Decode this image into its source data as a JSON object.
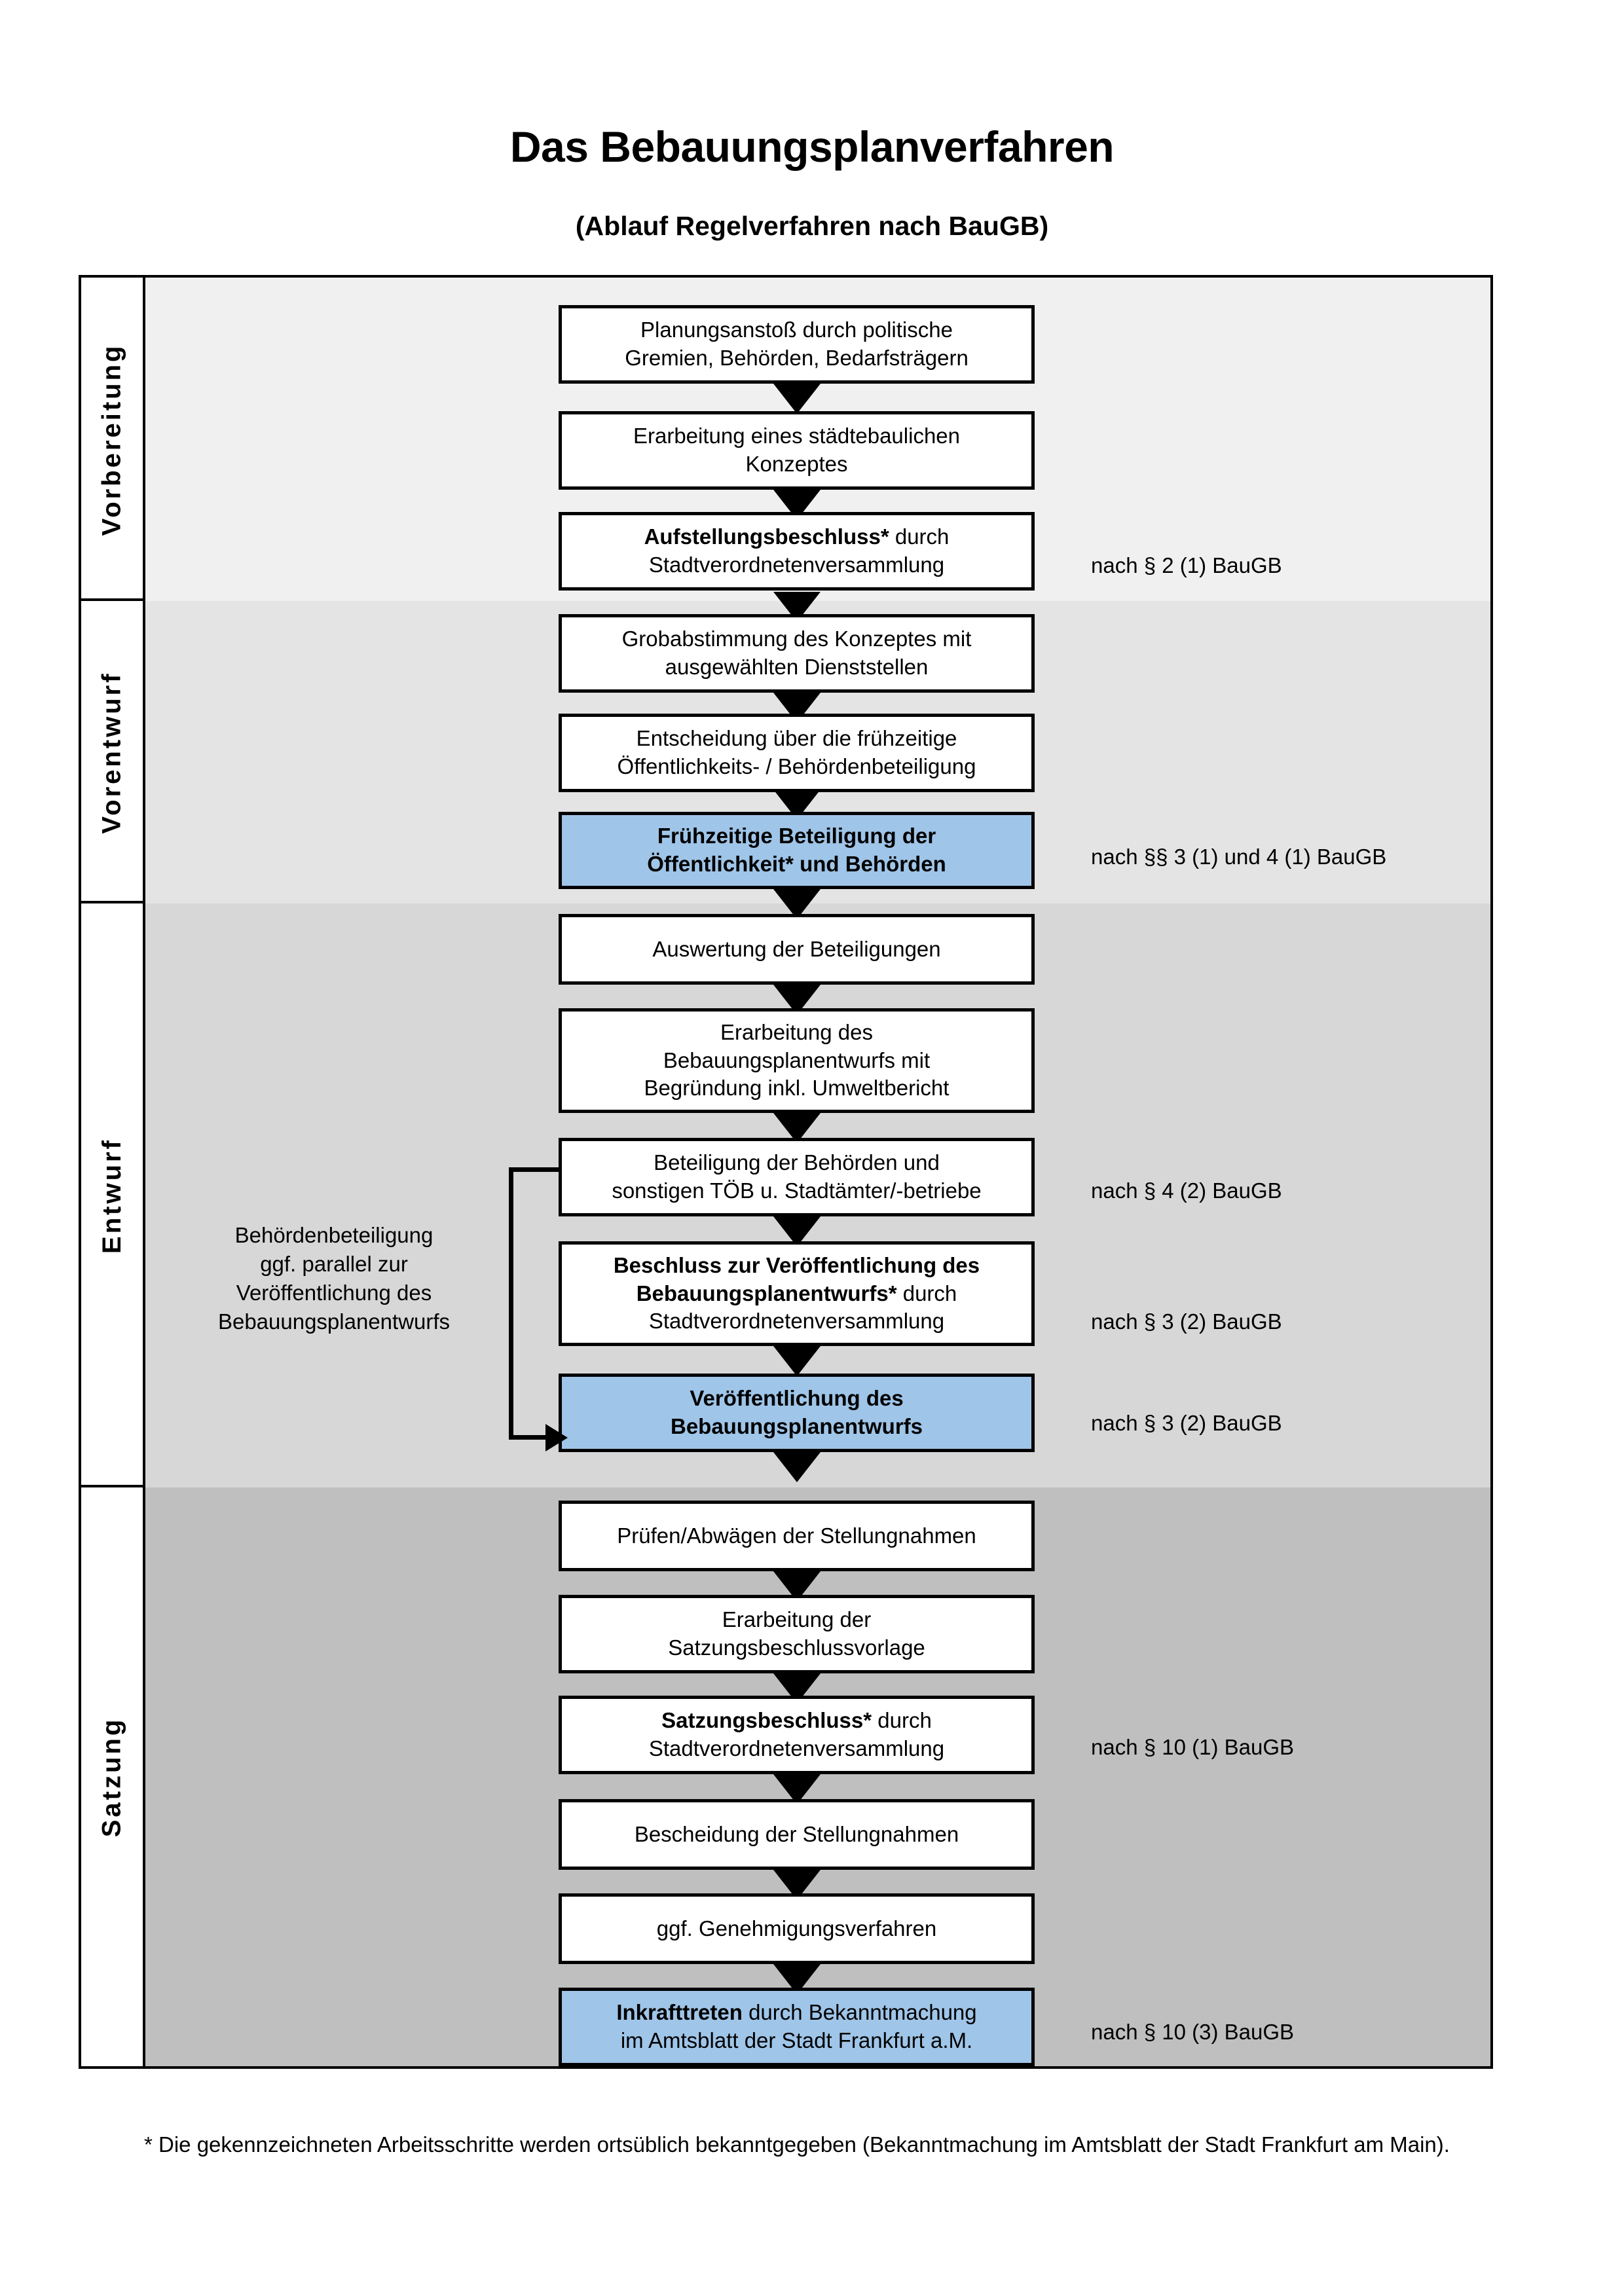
{
  "header": {
    "title": "Das Bebauungsplanverfahren",
    "subtitle": "(Ablauf Regelverfahren nach BauGB)"
  },
  "phases": [
    {
      "id": "vorbereitung",
      "label": "Vorbereitung",
      "band_color": "#F0F0F0"
    },
    {
      "id": "vorentwurf",
      "label": "Vorentwurf",
      "band_color": "#E4E4E4"
    },
    {
      "id": "entwurf",
      "label": "Entwurf",
      "band_color": "#D7D7D7"
    },
    {
      "id": "satzung",
      "label": "Satzung",
      "band_color": "#BFBFBF"
    }
  ],
  "steps": [
    {
      "id": "planungsanstoss",
      "phase": "vorbereitung",
      "highlight": false,
      "lines": [
        {
          "text": "Planungsanstoß durch politische",
          "bold": false
        },
        {
          "text": "Gremien, Behörden, Bedarfsträgern",
          "bold": false
        }
      ]
    },
    {
      "id": "staedtebau-konzept",
      "phase": "vorbereitung",
      "highlight": false,
      "lines": [
        {
          "text": "Erarbeitung eines städtebaulichen",
          "bold": false
        },
        {
          "text": "Konzeptes",
          "bold": false
        }
      ]
    },
    {
      "id": "aufstellungsbeschluss",
      "phase": "vorbereitung",
      "highlight": false,
      "lines": [
        {
          "text": "Aufstellungsbeschluss*",
          "bold": true,
          "suffix": " durch"
        },
        {
          "text": "Stadtverordnetenversammlung",
          "bold": false
        }
      ]
    },
    {
      "id": "grobabstimmung",
      "phase": "vorentwurf",
      "highlight": false,
      "lines": [
        {
          "text": "Grobabstimmung des Konzeptes mit",
          "bold": false
        },
        {
          "text": "ausgewählten Dienststellen",
          "bold": false
        }
      ]
    },
    {
      "id": "entscheidung-fruehzeitig",
      "phase": "vorentwurf",
      "highlight": false,
      "lines": [
        {
          "text": "Entscheidung über die frühzeitige",
          "bold": false
        },
        {
          "text": "Öffentlichkeits- / Behördenbeteiligung",
          "bold": false
        }
      ]
    },
    {
      "id": "fruehzeitige-beteiligung",
      "phase": "vorentwurf",
      "highlight": true,
      "lines": [
        {
          "text": "Frühzeitige Beteiligung der",
          "bold": true
        },
        {
          "text": "Öffentlichkeit* und Behörden",
          "bold": true
        }
      ]
    },
    {
      "id": "auswertung",
      "phase": "entwurf",
      "highlight": false,
      "lines": [
        {
          "text": "Auswertung der Beteiligungen",
          "bold": false
        }
      ]
    },
    {
      "id": "erarbeitung-entwurf",
      "phase": "entwurf",
      "highlight": false,
      "lines": [
        {
          "text": "Erarbeitung des",
          "bold": false
        },
        {
          "text": "Bebauungsplanentwurfs mit",
          "bold": false
        },
        {
          "text": "Begründung inkl. Umweltbericht",
          "bold": false
        }
      ]
    },
    {
      "id": "beteiligung-behoerden",
      "phase": "entwurf",
      "highlight": false,
      "lines": [
        {
          "text": "Beteiligung der Behörden und",
          "bold": false
        },
        {
          "text": "sonstigen TÖB u. Stadtämter/-betriebe",
          "bold": false
        }
      ]
    },
    {
      "id": "beschluss-veroeffentlichung",
      "phase": "entwurf",
      "highlight": false,
      "lines": [
        {
          "text": "Beschluss zur Veröffentlichung des",
          "bold": true
        },
        {
          "text": "Bebauungsplanentwurfs*",
          "bold": true,
          "suffix": " durch"
        },
        {
          "text": "Stadtverordnetenversammlung",
          "bold": false
        }
      ]
    },
    {
      "id": "veroeffentlichung",
      "phase": "entwurf",
      "highlight": true,
      "lines": [
        {
          "text": "Veröffentlichung des",
          "bold": true
        },
        {
          "text": "Bebauungsplanentwurfs",
          "bold": true
        }
      ]
    },
    {
      "id": "pruefen-abwaegen",
      "phase": "satzung",
      "highlight": false,
      "lines": [
        {
          "text": "Prüfen/Abwägen der Stellungnahmen",
          "bold": false
        }
      ]
    },
    {
      "id": "satzungsbeschlussvorlage",
      "phase": "satzung",
      "highlight": false,
      "lines": [
        {
          "text": "Erarbeitung der",
          "bold": false
        },
        {
          "text": "Satzungsbeschlussvorlage",
          "bold": false
        }
      ]
    },
    {
      "id": "satzungsbeschluss",
      "phase": "satzung",
      "highlight": false,
      "lines": [
        {
          "text": "Satzungsbeschluss*",
          "bold": true,
          "suffix": " durch"
        },
        {
          "text": "Stadtverordnetenversammlung",
          "bold": false
        }
      ]
    },
    {
      "id": "bescheidung",
      "phase": "satzung",
      "highlight": false,
      "lines": [
        {
          "text": "Bescheidung der Stellungnahmen",
          "bold": false
        }
      ]
    },
    {
      "id": "genehmigungsverfahren",
      "phase": "satzung",
      "highlight": false,
      "lines": [
        {
          "text": "ggf. Genehmigungsverfahren",
          "bold": false
        }
      ]
    },
    {
      "id": "inkrafttreten",
      "phase": "satzung",
      "highlight": true,
      "lines": [
        {
          "text": "Inkrafttreten",
          "bold": true,
          "suffix": " durch Bekanntmachung"
        },
        {
          "text": "im Amtsblatt der Stadt Frankfurt a.M.",
          "bold": false
        }
      ]
    }
  ],
  "references": [
    {
      "id": "ref-aufstellungsbeschluss",
      "text": "nach § 2 (1) BauGB"
    },
    {
      "id": "ref-fruehzeitige-beteiligung",
      "text": "nach §§ 3 (1) und 4 (1) BauGB"
    },
    {
      "id": "ref-beteiligung-behoerden",
      "text": "nach § 4 (2) BauGB"
    },
    {
      "id": "ref-beschluss-veroeffentlichung",
      "text": "nach § 3 (2) BauGB"
    },
    {
      "id": "ref-veroeffentlichung",
      "text": "nach § 3 (2) BauGB"
    },
    {
      "id": "ref-satzungsbeschluss",
      "text": "nach § 10 (1) BauGB"
    },
    {
      "id": "ref-inkrafttreten",
      "text": "nach § 10 (3) BauGB"
    }
  ],
  "side_note": {
    "lines": [
      "Behördenbeteiligung",
      "ggf. parallel zur",
      "Veröffentlichung des",
      "Bebauungsplanentwurfs"
    ]
  },
  "footnote": {
    "text": "* Die gekennzeichneten Arbeitsschritte werden ortsüblich bekanntgegeben (Bekanntmachung im Amtsblatt  der Stadt Frankfurt am Main)."
  },
  "colors": {
    "highlight_box": "#9FC5E8",
    "box_fill": "#FFFFFF",
    "border": "#000000"
  }
}
